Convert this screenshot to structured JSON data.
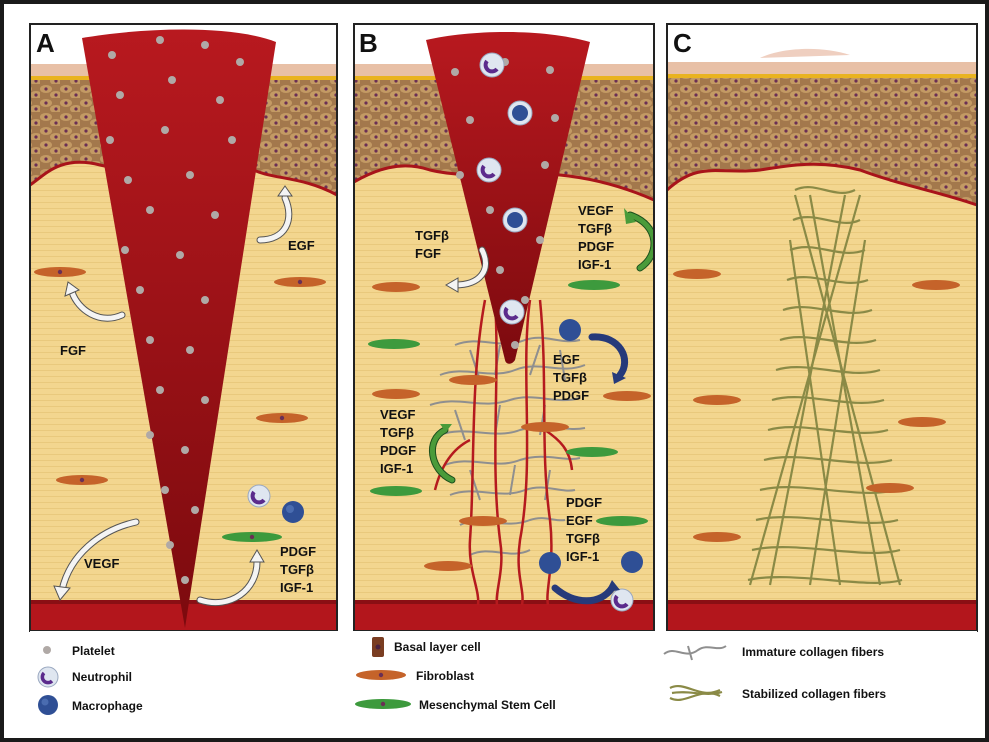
{
  "panels": [
    {
      "label": "A",
      "factors": [
        {
          "lines": [
            "EGF"
          ]
        },
        {
          "lines": [
            "FGF"
          ]
        },
        {
          "lines": [
            "VEGF"
          ]
        },
        {
          "lines": [
            "PDGF",
            "TGFβ",
            "IGF-1"
          ]
        }
      ]
    },
    {
      "label": "B",
      "factors": [
        {
          "lines": [
            "TGFβ",
            "FGF"
          ]
        },
        {
          "lines": [
            "VEGF",
            "TGFβ",
            "PDGF",
            "IGF-1"
          ]
        },
        {
          "lines": [
            "EGF",
            "TGFβ",
            "PDGF"
          ]
        },
        {
          "lines": [
            "VEGF",
            "TGFβ",
            "PDGF",
            "IGF-1"
          ]
        },
        {
          "lines": [
            "PDGF",
            "EGF",
            "TGFβ",
            "IGF-1"
          ]
        }
      ]
    },
    {
      "label": "C",
      "factors": []
    }
  ],
  "legend": [
    {
      "icon": "platelet-icon",
      "label": "Platelet"
    },
    {
      "icon": "neutrophil-icon",
      "label": "Neutrophil"
    },
    {
      "icon": "macrophage-icon",
      "label": "Macrophage"
    },
    {
      "icon": "basal-layer-cell-icon",
      "label": "Basal layer cell"
    },
    {
      "icon": "fibroblast-icon",
      "label": "Fibroblast"
    },
    {
      "icon": "mesenchymal-stem-cell-icon",
      "label": "Mesenchymal Stem Cell"
    },
    {
      "icon": "immature-collagen-icon",
      "label": "Immature collagen fibers"
    },
    {
      "icon": "stabilized-collagen-icon",
      "label": "Stabilized collagen fibers"
    }
  ],
  "colors": {
    "dermis": "#f2d58e",
    "epidermis": "#9b7148",
    "wound": "#a8141a",
    "wound_edge": "#c8272b",
    "white_arrow": "#f4f4f4",
    "green_arrow": "#4a9b3a",
    "blue_arrow": "#263a7a",
    "fibroblast": "#c5632a",
    "msc": "#3d9a3d",
    "macrophage": "#2f4f95",
    "neutrophil": "#5b2b8c",
    "stabilized_collagen": "#8a8a46",
    "immature_collagen": "#8f8f8f"
  }
}
